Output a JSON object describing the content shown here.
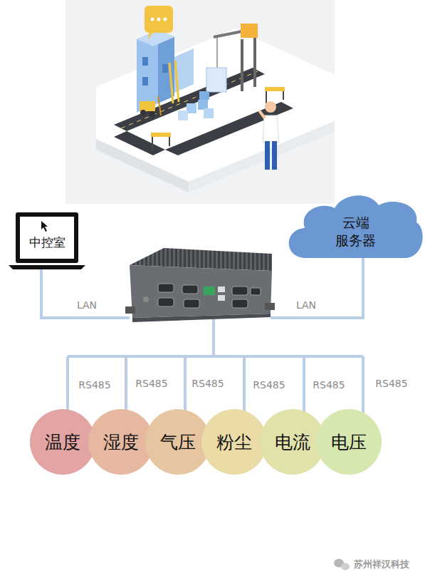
{
  "diagram": {
    "nodes": [
      {
        "text": [
          "中控室"
        ]
      },
      {
        "text": [
          "云端 服务器"
        ]
      },
      {
        "text": [
          "温度"
        ]
      },
      {
        "text": [
          "湿度"
        ]
      },
      {
        "text": [
          "气压"
        ]
      },
      {
        "text": [
          "粉尘"
        ]
      },
      {
        "text": [
          "电流"
        ]
      },
      {
        "text": [
          "电压"
        ]
      }
    ],
    "labels": [
      "LAN",
      "LAN",
      "RS485",
      "RS485",
      "RS485",
      "RS485",
      "RS485",
      "RS485",
      "苏州祥汉科技"
    ]
  }
}
